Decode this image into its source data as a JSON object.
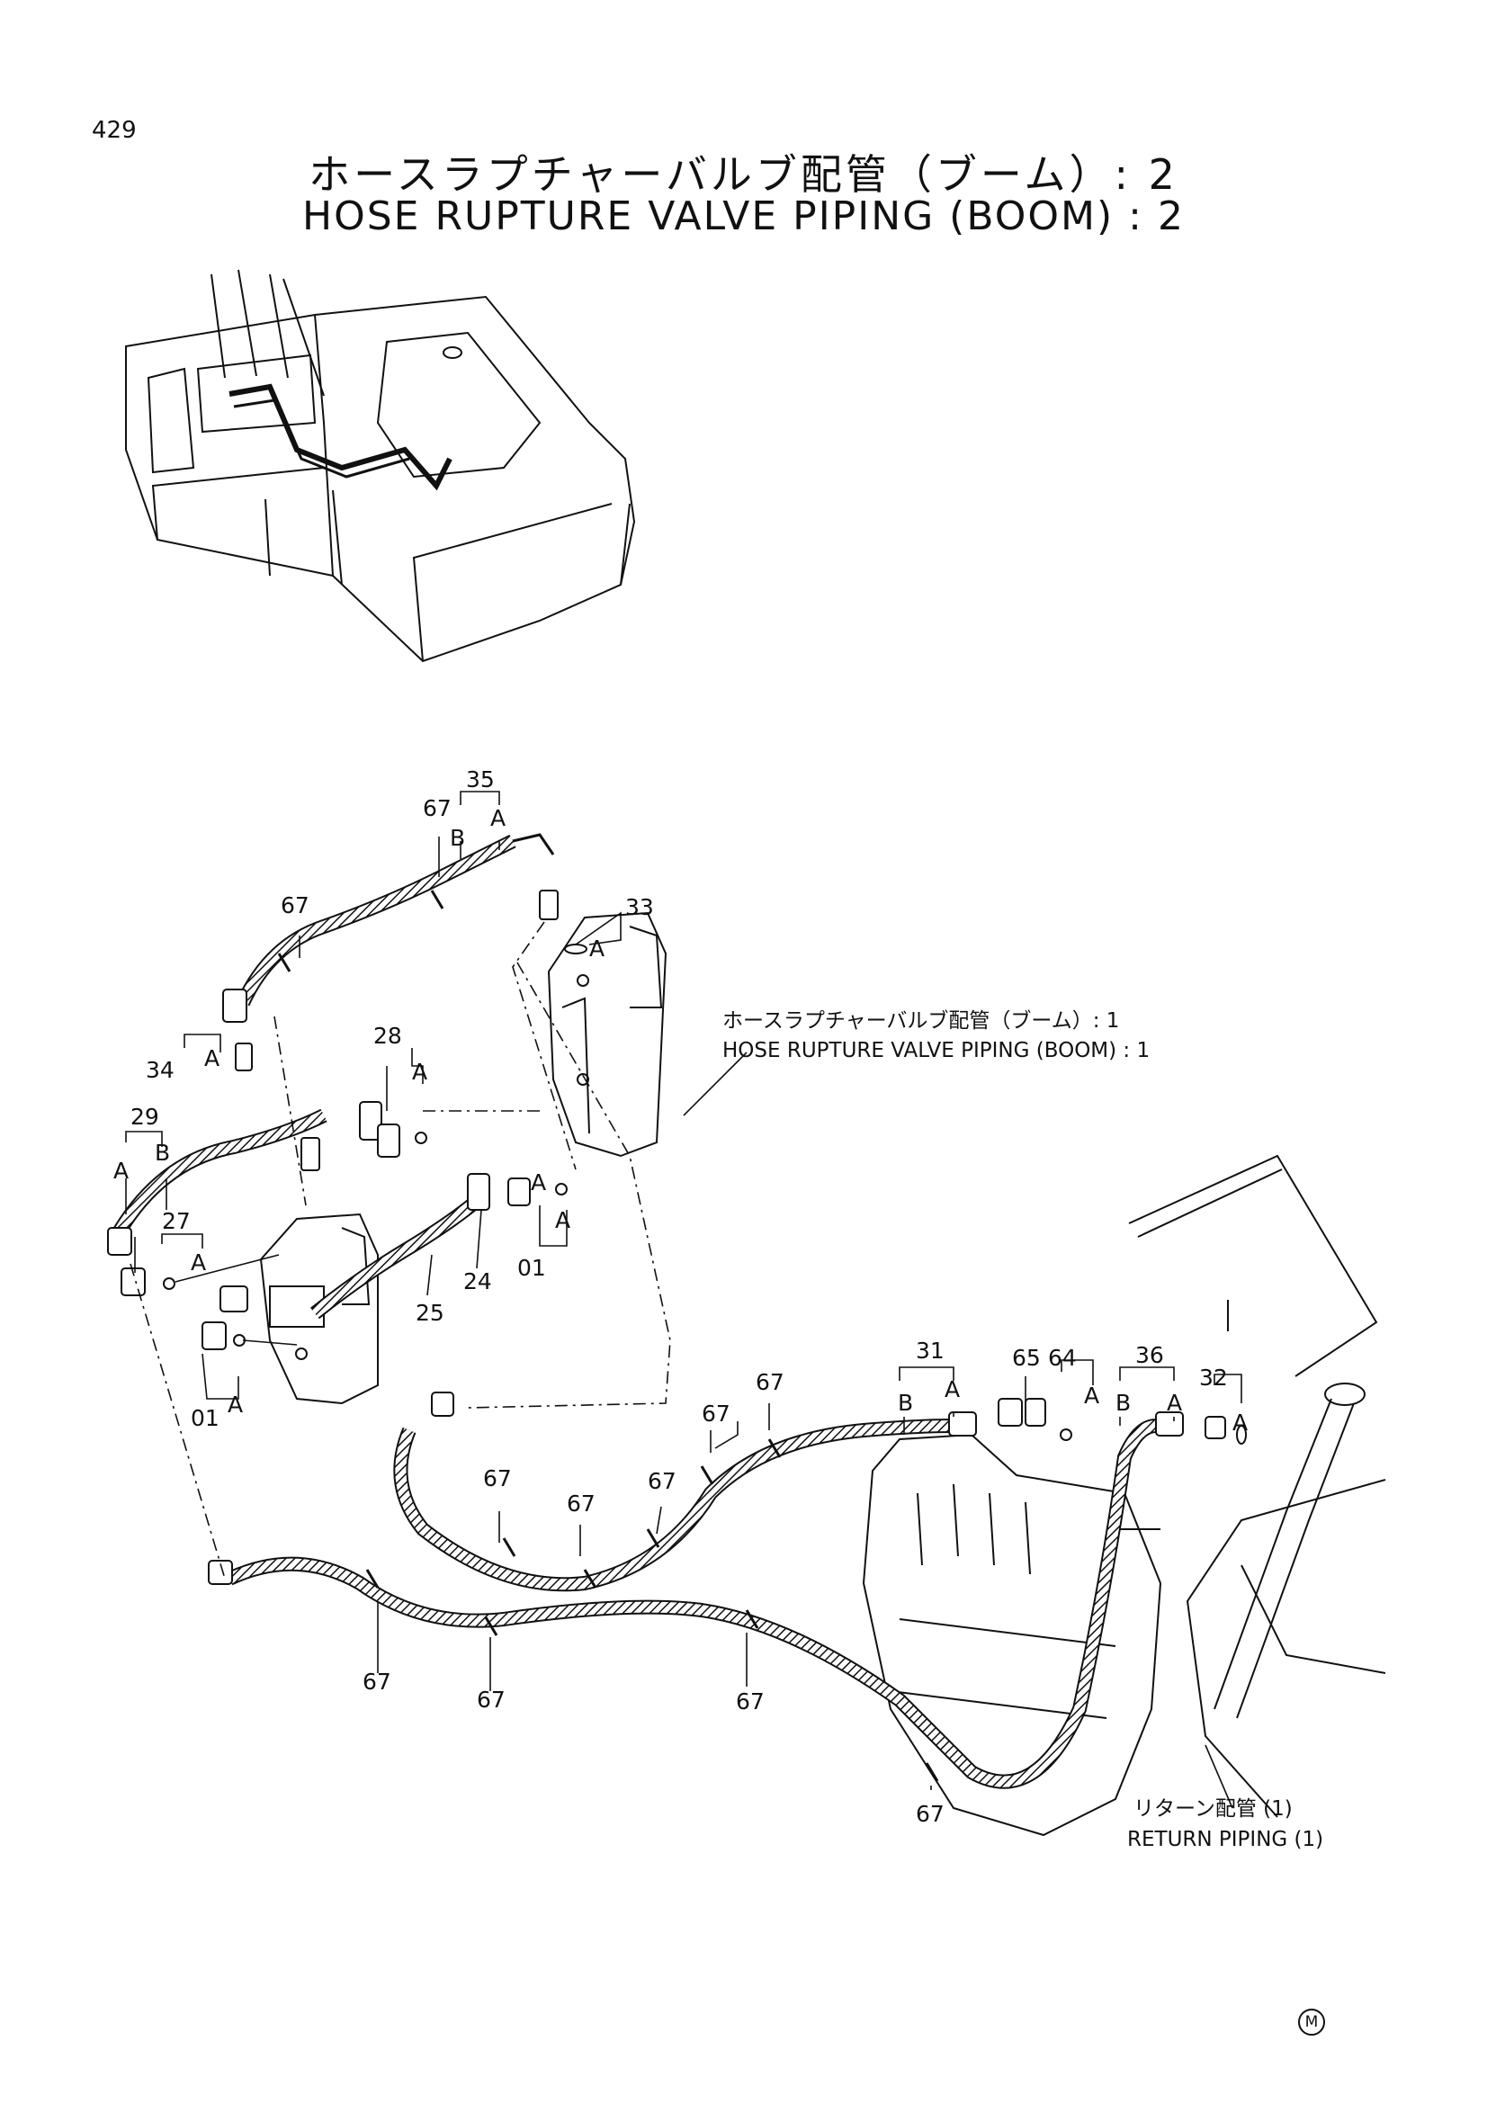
{
  "page_number": "429",
  "title_ja": "ホースラプチャーバルブ配管（ブーム）: 2",
  "title_en": "HOSE RUPTURE VALVE PIPING (BOOM) : 2",
  "ref_note_1": {
    "ja": "ホースラプチャーバルブ配管（ブーム）: 1",
    "en": "HOSE RUPTURE VALVE PIPING (BOOM) : 1"
  },
  "ref_note_2": {
    "ja": "リターン配管 (1)",
    "en": "RETURN PIPING (1)"
  },
  "callouts": {
    "c35": "35",
    "c67a": "67",
    "c67b": "67",
    "cA35": "A",
    "cB35": "B",
    "c33": "33",
    "cA33": "A",
    "c28": "28",
    "cA28": "A",
    "c34": "34",
    "cA34": "A",
    "c29": "29",
    "cA29": "A",
    "cB29": "B",
    "c27": "27",
    "cA27": "A",
    "c24": "24",
    "c25": "25",
    "c01a": "01",
    "cA01a": "A",
    "c01b": "01",
    "cA01b": "A",
    "cA_rv": "A",
    "c31": "31",
    "cB31": "B",
    "cA31": "A",
    "c65": "65",
    "c64": "64",
    "cA64": "A",
    "c36": "36",
    "cB36": "B",
    "cA36": "A",
    "c32": "32",
    "cA32": "A",
    "c67c": "67",
    "c67d": "67",
    "c67e": "67",
    "c67f": "67",
    "c67g": "67",
    "c67h": "67",
    "c67i": "67",
    "c67j": "67",
    "c67k": "67"
  },
  "mark": "M",
  "colors": {
    "ink": "#111111",
    "paper": "#ffffff"
  }
}
